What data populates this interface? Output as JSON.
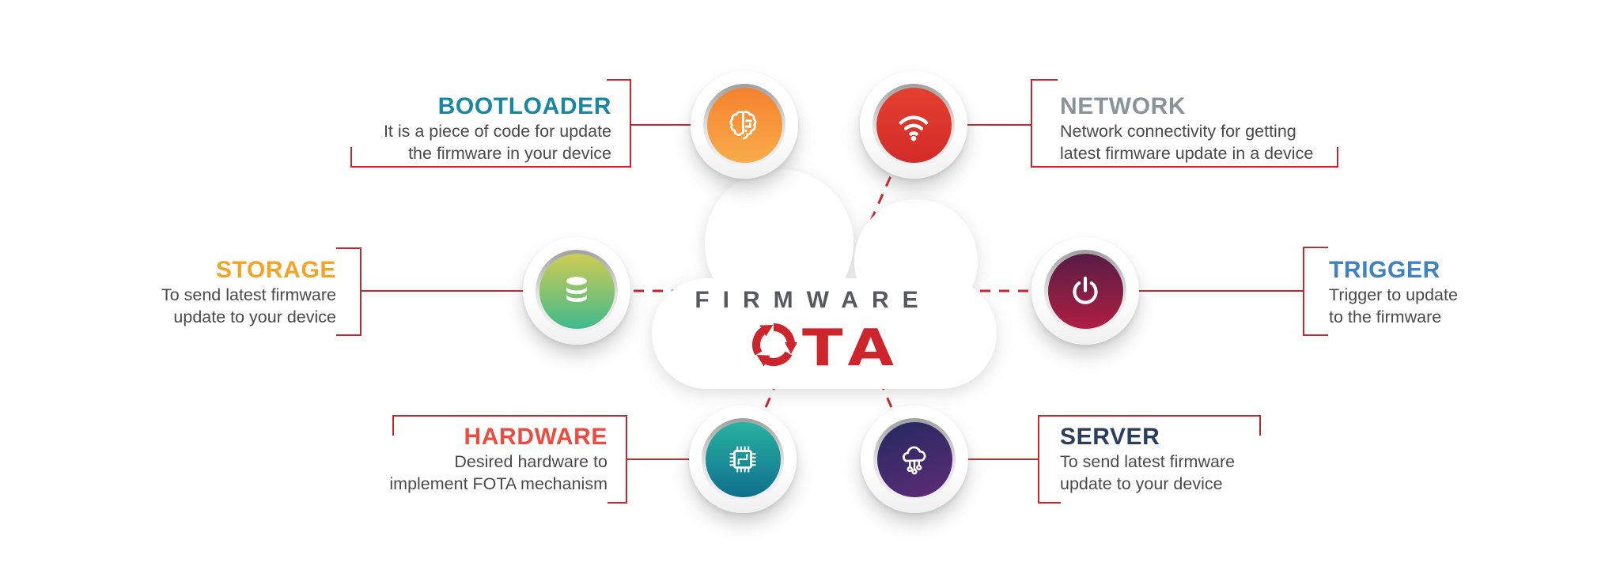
{
  "diagram": {
    "background": "#ffffff",
    "palette": {
      "bracket_line_red": "#C5292E",
      "dashed_line_red": "#C9252C",
      "brand_gray": "#58595B",
      "brand_red": "#CE242B",
      "description_text": "#4A4A4A"
    },
    "cloud": {
      "brand_top": "FIRMWARE",
      "brand_o_icon": "recycle-arrows-icon",
      "brand_letters": "TA",
      "brand_full": "OTA"
    },
    "nodes": [
      {
        "id": "bootloader",
        "title": "BOOTLOADER",
        "title_color": "#1787A3",
        "desc_line1": "It is a piece of code for update",
        "desc_line2": "the firmware in your device",
        "icon": "brain-circuit-icon",
        "icon_gradient_top": "#F4822F",
        "icon_gradient_bottom": "#F9AC49"
      },
      {
        "id": "network",
        "title": "NETWORK",
        "title_color": "#8A9494",
        "desc_line1": "Network connectivity for getting",
        "desc_line2": "latest firmware update in a device",
        "icon": "wifi-icon",
        "icon_gradient_top": "#E4402F",
        "icon_gradient_bottom": "#D22B28"
      },
      {
        "id": "storage",
        "title": "STORAGE",
        "title_color": "#F6A325",
        "desc_line1": "To send latest firmware",
        "desc_line2": "update to your device",
        "icon": "database-icon",
        "icon_gradient_top": "#CFCC52",
        "icon_gradient_bottom": "#3FBA8C"
      },
      {
        "id": "trigger",
        "title": "TRIGGER",
        "title_color": "#3E82C4",
        "desc_line1": "Trigger to update",
        "desc_line2": "to the firmware",
        "icon": "power-icon",
        "icon_gradient_top": "#571C46",
        "icon_gradient_bottom": "#AF1F41"
      },
      {
        "id": "hardware",
        "title": "HARDWARE",
        "title_color": "#EF4A3E",
        "desc_line1": "Desired hardware to",
        "desc_line2": "implement FOTA mechanism",
        "icon": "chip-icon",
        "icon_gradient_top": "#28B2A0",
        "icon_gradient_bottom": "#0F6F8E"
      },
      {
        "id": "server",
        "title": "SERVER",
        "title_color": "#2B3C5F",
        "desc_line1": "To send latest firmware",
        "desc_line2": "update to your device",
        "icon": "cloud-network-icon",
        "icon_gradient_top": "#24295F",
        "icon_gradient_bottom": "#5E2C77"
      }
    ]
  }
}
